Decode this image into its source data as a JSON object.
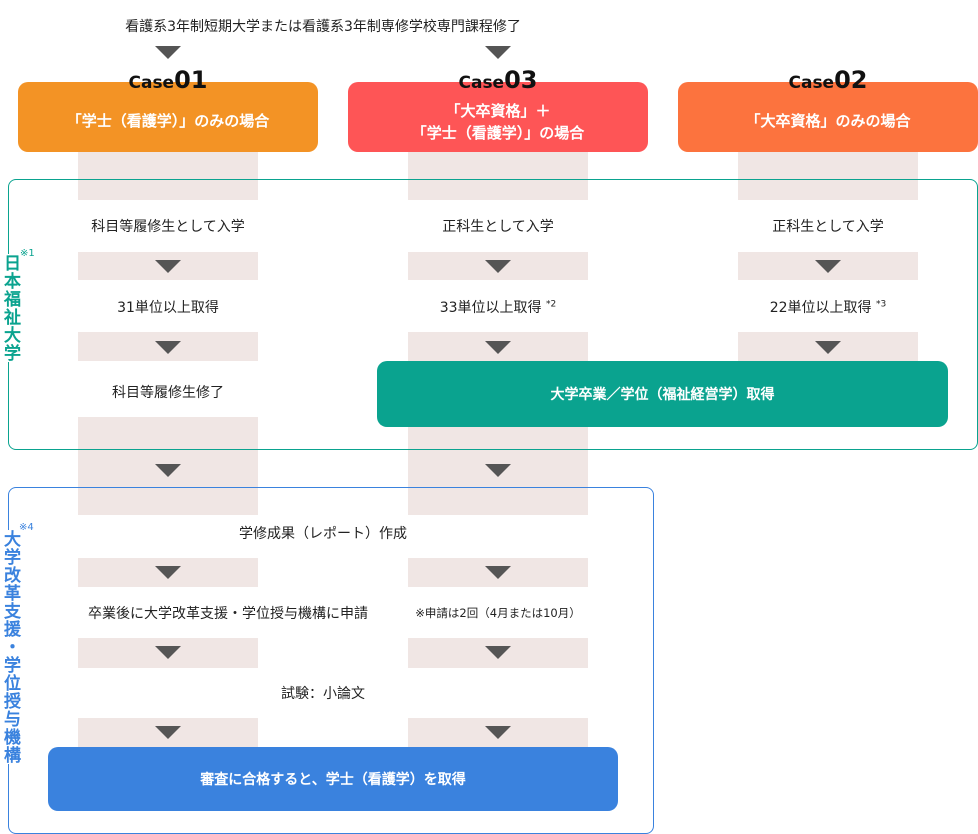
{
  "top_prerequisite": "看護系3年制短期大学または看護系3年制専修学校専門課程修了",
  "cases": [
    {
      "label": "Case",
      "num": "01",
      "title": "「学士（看護学）」のみの場合",
      "color": "#f39325"
    },
    {
      "label": "Case",
      "num": "03",
      "title_line1": "「大卒資格」＋",
      "title_line2": "「学士（看護学）」の場合",
      "color": "#fe5556"
    },
    {
      "label": "Case",
      "num": "02",
      "title": "「大卒資格」のみの場合",
      "color": "#fc733e"
    }
  ],
  "nfu": {
    "label": "日本福祉大学",
    "note": "※1",
    "color": "#0aa38f",
    "case01": [
      "科目等履修生として入学",
      "31単位以上取得",
      "科目等履修生修了"
    ],
    "case03": [
      "正科生として入学",
      "33単位以上取得",
      "*2"
    ],
    "case02": [
      "正科生として入学",
      "22単位以上取得",
      "*3"
    ],
    "graduation": "大学卒業／学位（福祉経営学）取得"
  },
  "niad": {
    "label": "大学改革支援・学位授与機構",
    "note": "※4",
    "color": "#3a82de",
    "report": "学修成果（レポート）作成",
    "apply": "卒業後に大学改革支援・学位授与機構に申請",
    "apply_note": "※申請は2回（4月または10月）",
    "exam": "試験：小論文",
    "result": "審査に合格すると、学士（看護学）を取得"
  }
}
